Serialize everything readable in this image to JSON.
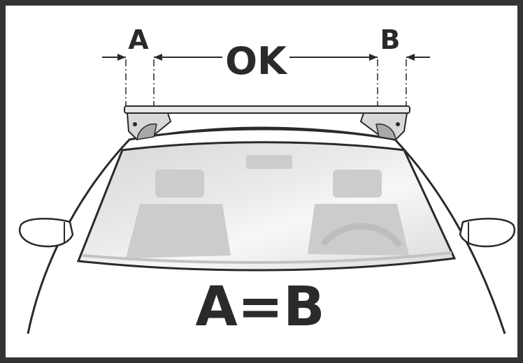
{
  "labels": {
    "left": "A",
    "middle": "OK",
    "right": "B",
    "formula": "A=B"
  },
  "colors": {
    "ink": "#2a2a2a",
    "frame": "#333333",
    "glass": "#e2e2e2",
    "seat": "#cccccc",
    "foot": "#a8a8a8"
  }
}
